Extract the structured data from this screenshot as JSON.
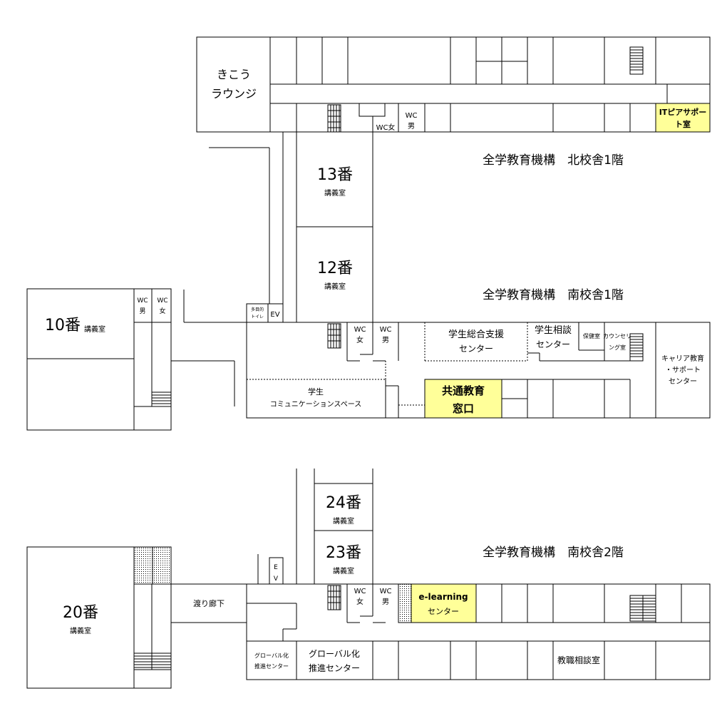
{
  "headings": {
    "north_1f": "全学教育機構　北校舎1階",
    "south_1f": "全学教育機構　南校舎1階",
    "south_2f": "全学教育機構　南校舎2階"
  },
  "north": {
    "lounge_l1": "きこう",
    "lounge_l2": "ラウンジ",
    "wc_f": "WC女",
    "wc_m_1": "WC",
    "wc_m_2": "男",
    "it_l1": "ITピアサポー",
    "it_l2": "ト室"
  },
  "s1": {
    "r13_num": "13番",
    "r13_sub": "講義室",
    "r12_num": "12番",
    "r12_sub": "講義室",
    "r10_num": "10番",
    "r10_sub": "講義室",
    "wc_a1": "WC",
    "wc_a2": "男",
    "wc_b1": "WC",
    "wc_b2": "女",
    "multi_l1": "多目的",
    "multi_l2": "トイレ",
    "ev": "EV",
    "wc_c1": "WC",
    "wc_c2": "女",
    "wc_d1": "WC",
    "wc_d2": "男",
    "support_l1": "学生総合支援",
    "support_l2": "センター",
    "consult_l1": "学生相談",
    "consult_l2": "センター",
    "health": "保健室",
    "counsel_l1": "カウンセリ",
    "counsel_l2": "ング室",
    "career_l1": "キャリア教育",
    "career_l2": "・サポート",
    "career_l3": "センター",
    "commons_l1": "学生",
    "commons_l2": "コミュニケーションスペース",
    "window_l1": "共通教育",
    "window_l2": "窓口"
  },
  "s2": {
    "r24_num": "24番",
    "r24_sub": "講義室",
    "r23_num": "23番",
    "r23_sub": "講義室",
    "r20_num": "20番",
    "r20_sub": "講義室",
    "ev_l1": "E",
    "ev_l2": "V",
    "bridge": "渡り廊下",
    "wc_e1": "WC",
    "wc_e2": "女",
    "wc_f1": "WC",
    "wc_f2": "男",
    "elearn_l1": "e-learning",
    "elearn_l2": "センター",
    "global_s_l1": "グローバル化",
    "global_s_l2": "推進センター",
    "global_l1": "グローバル化",
    "global_l2": "推進センター",
    "faculty": "教職相談室"
  },
  "colors": {
    "highlight": "#ffff99",
    "line": "#000000"
  }
}
